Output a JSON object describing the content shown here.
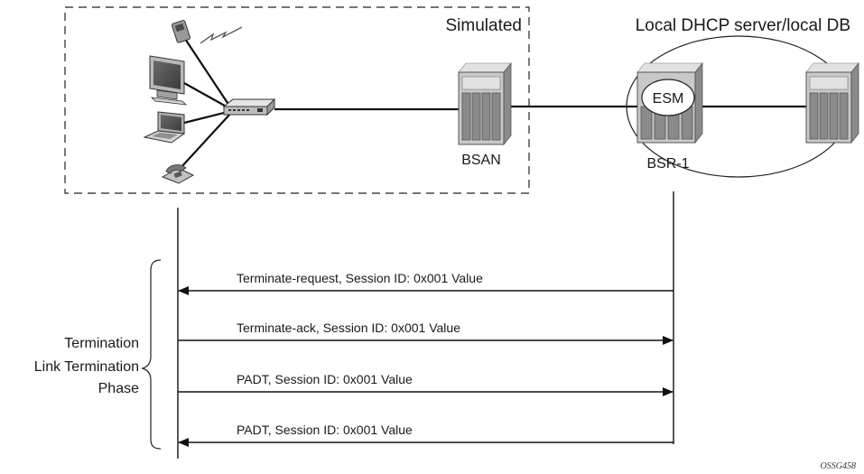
{
  "labels": {
    "simulated": "Simulated",
    "server": "Local DHCP server/local DB",
    "bsan": "BSAN",
    "bsr": "BSR-1",
    "esm": "ESM",
    "phase_line1": "Termination",
    "phase_line2": "Link Termination",
    "phase_line3": "Phase",
    "figure_id": "OSSG458"
  },
  "messages": [
    {
      "text": "Terminate-request, Session ID: 0x001 Value",
      "direction": "left"
    },
    {
      "text": "Terminate-ack, Session ID: 0x001 Value",
      "direction": "right"
    },
    {
      "text": "PADT, Session ID: 0x001 Value",
      "direction": "right"
    },
    {
      "text": "PADT, Session ID: 0x001 Value",
      "direction": "left"
    }
  ],
  "icons": {
    "phone": "mobile-phone-icon",
    "wireless": "wireless-signal-icon",
    "desktop": "desktop-computer-icon",
    "laptop": "laptop-icon",
    "telephone": "desk-telephone-icon",
    "switch": "network-switch-icon",
    "bsan": "bsan-router-icon",
    "bsr": "bsr-router-icon",
    "server": "dhcp-server-icon"
  }
}
